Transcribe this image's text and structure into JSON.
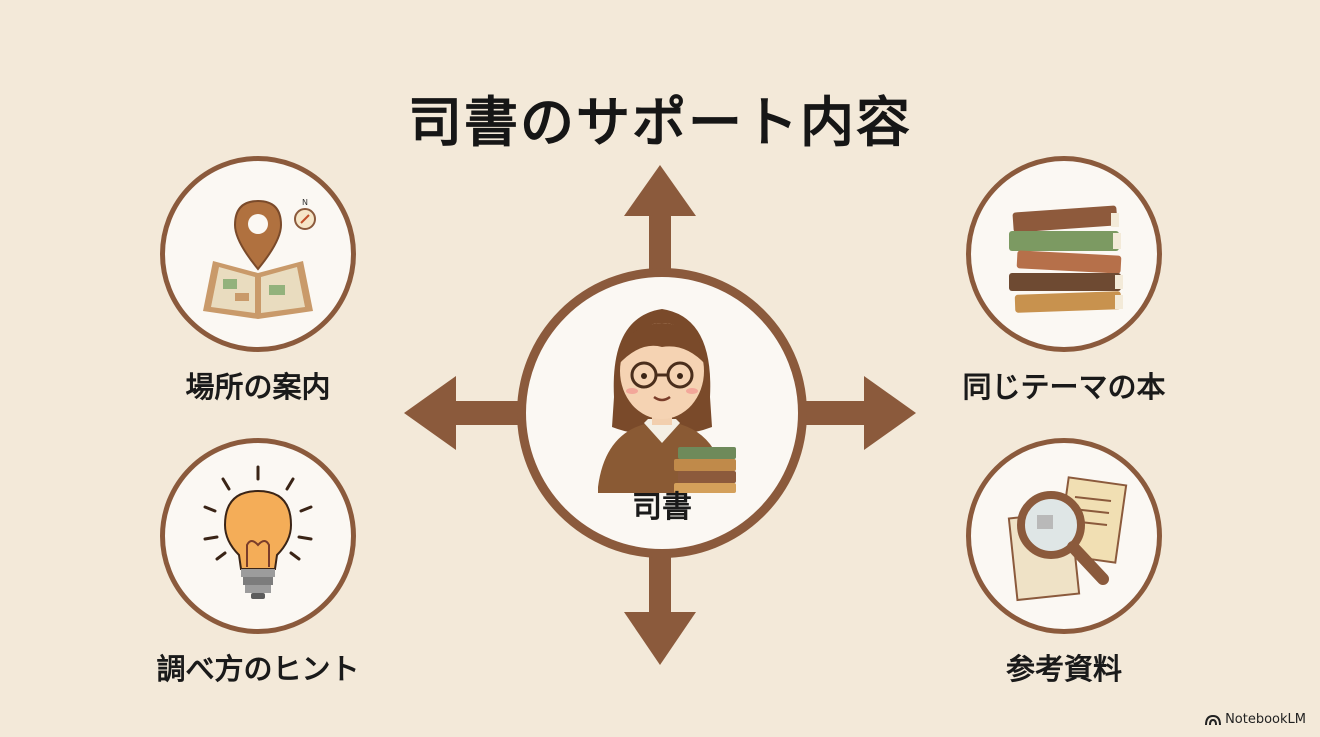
{
  "title": "司書のサポート内容",
  "center": {
    "label": "司書",
    "icon": "librarian-icon"
  },
  "nodes": [
    {
      "id": "location",
      "label": "場所の案内",
      "icon": "map-pin-icon"
    },
    {
      "id": "hints",
      "label": "調べ方のヒント",
      "icon": "lightbulb-icon"
    },
    {
      "id": "books",
      "label": "同じテーマの本",
      "icon": "book-stack-icon"
    },
    {
      "id": "references",
      "label": "参考資料",
      "icon": "magnifier-documents-icon"
    }
  ],
  "branding": {
    "name": "NotebookLM"
  },
  "colors": {
    "background": "#f3e9d9",
    "accent": "#8b5a3c",
    "circle_fill": "#fbf8f3"
  }
}
